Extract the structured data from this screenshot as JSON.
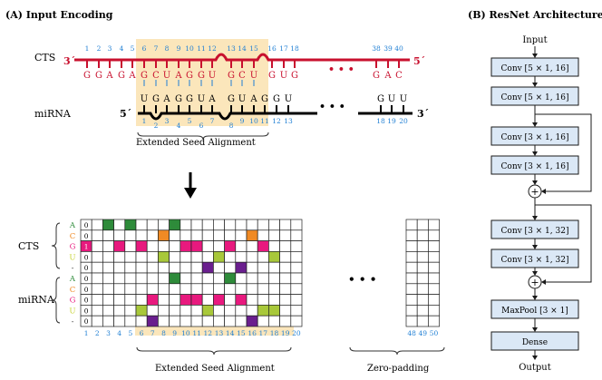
{
  "panelA": {
    "title": "(A) Input Encoding",
    "cts_label": "CTS",
    "mirna_label": "miRNA",
    "prime3": "3´",
    "prime5": "5´",
    "cts_positions": [
      "1",
      "2",
      "3",
      "4",
      "5",
      "6",
      "7",
      "8",
      "9",
      "10",
      "11",
      "12",
      "13",
      "14",
      "15",
      "16",
      "17",
      "18",
      "38",
      "39",
      "40"
    ],
    "cts_seq": [
      "G",
      "G",
      "A",
      "G",
      "A",
      "G",
      "C",
      "U",
      "A",
      "G",
      "G",
      "U",
      "G",
      "C",
      "U",
      "G",
      "U",
      "G",
      "G",
      "A",
      "C"
    ],
    "mirna_seq": [
      "U",
      "G",
      "A",
      "G",
      "G",
      "U",
      "A",
      "G",
      "U",
      "A",
      "G",
      "G",
      "U",
      "G",
      "U",
      "U"
    ],
    "mirna_positions": [
      "1",
      "2",
      "3",
      "4",
      "5",
      "6",
      "7",
      "8",
      "9",
      "10",
      "11",
      "12",
      "13",
      "18",
      "19",
      "20"
    ],
    "ellipsis": "• • •",
    "ellipsis2": "• • •",
    "seed_caption": "Extended Seed Alignment",
    "arrow": "↓"
  },
  "matrix": {
    "cts_label": "CTS",
    "mirna_label": "miRNA",
    "row_labels": [
      "A",
      "C",
      "G",
      "U",
      "-",
      "A",
      "C",
      "G",
      "U",
      "-"
    ],
    "row_colors": [
      "#2e8b3a",
      "#f08a24",
      "#e8197e",
      "#c9d43a",
      "#444444",
      "#2e8b3a",
      "#f08a24",
      "#e8197e",
      "#c9d43a",
      "#444444"
    ],
    "col_positions": [
      "1",
      "2",
      "3",
      "4",
      "5",
      "6",
      "7",
      "8",
      "9",
      "10",
      "11",
      "12",
      "13",
      "14",
      "15",
      "16",
      "17",
      "18",
      "19",
      "20"
    ],
    "zero_cols": [
      "48",
      "49",
      "50"
    ],
    "zero_label": "0",
    "one_label": "1",
    "seed_caption": "Extended Seed Alignment",
    "zero_padding": "Zero-padding",
    "ellipsis": "• • •",
    "colors": {
      "A": "#2e8b3a",
      "C": "#f08a24",
      "G": "#e8197e",
      "U": "#a8c83a",
      "-": "#6a1e8e"
    }
  },
  "panelB": {
    "title": "(B) ResNet Architecture",
    "input": "Input",
    "output": "Output",
    "layers": [
      "Conv [5 × 1, 16]",
      "Conv [5 × 1, 16]",
      "Conv [3 × 1, 16]",
      "Conv [3 × 1, 16]",
      "Conv [3 × 1, 32]",
      "Conv [3 × 1, 32]",
      "MaxPool [3 × 1]",
      "Dense"
    ],
    "plus": "+"
  }
}
